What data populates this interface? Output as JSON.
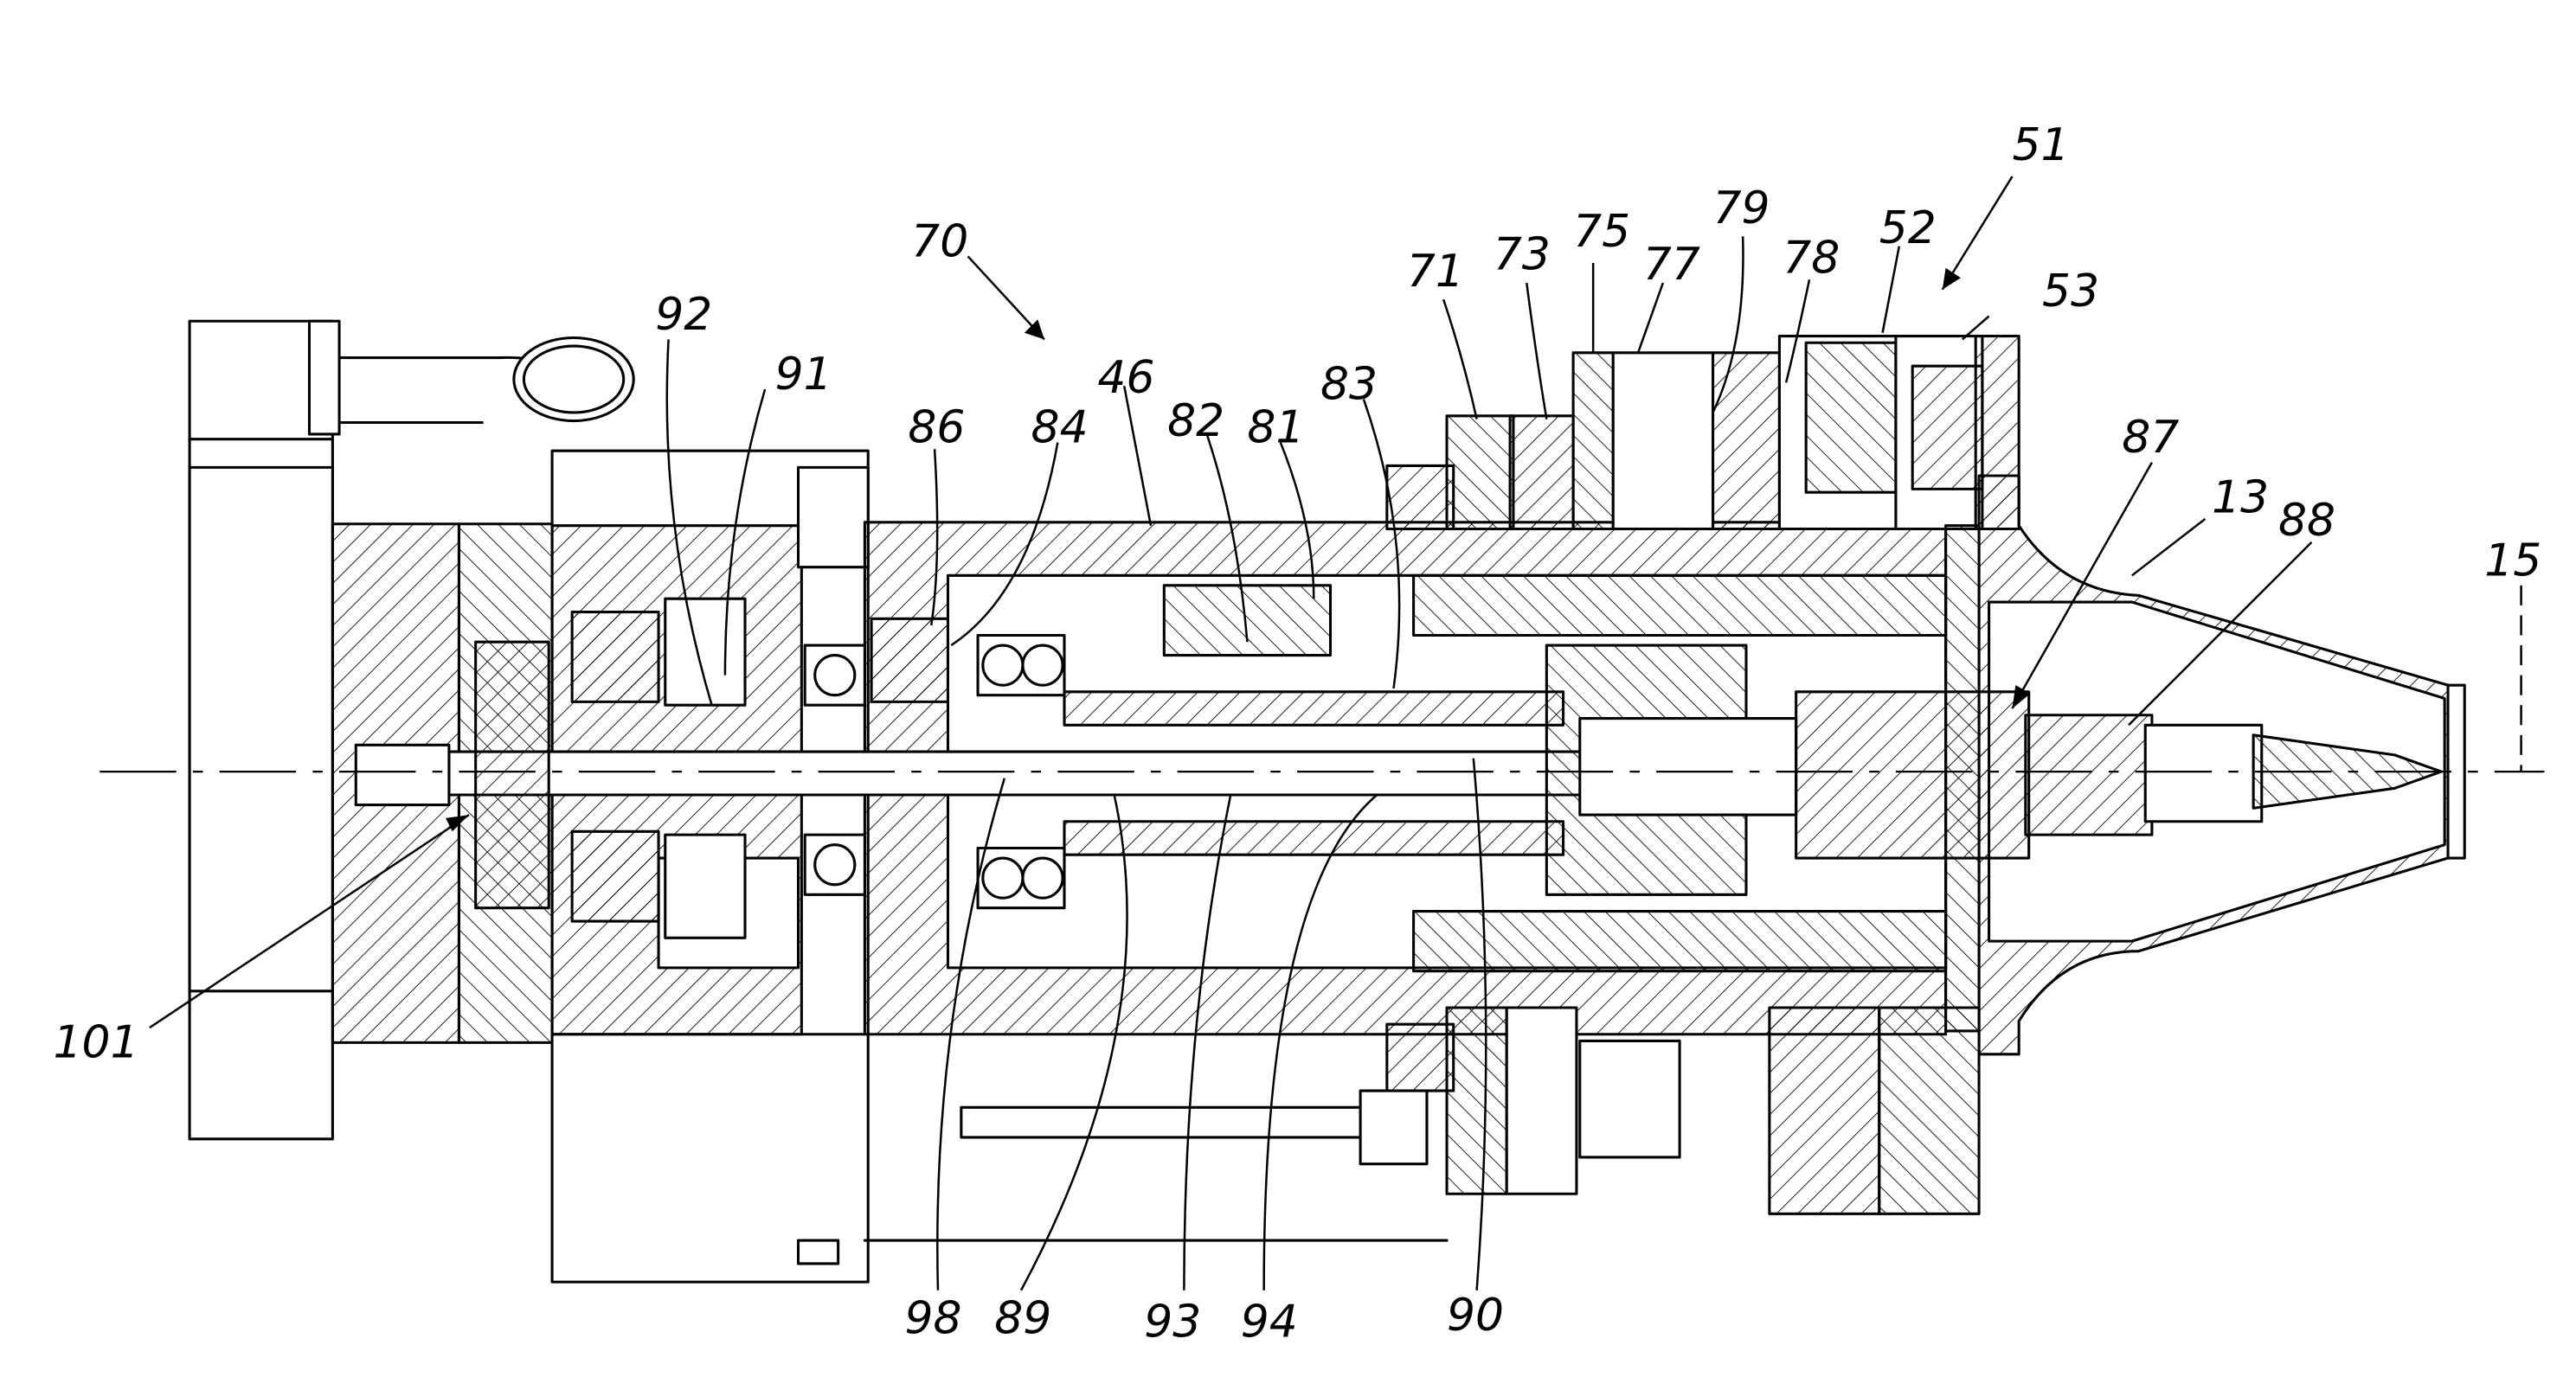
{
  "figure": {
    "reference_labels": [
      {
        "id": "r51",
        "text": "51"
      },
      {
        "id": "r52",
        "text": "52"
      },
      {
        "id": "r53",
        "text": "53"
      },
      {
        "id": "r70",
        "text": "70"
      },
      {
        "id": "r71",
        "text": "71"
      },
      {
        "id": "r73",
        "text": "73"
      },
      {
        "id": "r75",
        "text": "75"
      },
      {
        "id": "r77",
        "text": "77"
      },
      {
        "id": "r79",
        "text": "79"
      },
      {
        "id": "r78",
        "text": "78"
      },
      {
        "id": "r92",
        "text": "92"
      },
      {
        "id": "r91",
        "text": "91"
      },
      {
        "id": "r46",
        "text": "46"
      },
      {
        "id": "r86",
        "text": "86"
      },
      {
        "id": "r84",
        "text": "84"
      },
      {
        "id": "r82",
        "text": "82"
      },
      {
        "id": "r81",
        "text": "81"
      },
      {
        "id": "r83",
        "text": "83"
      },
      {
        "id": "r87",
        "text": "87"
      },
      {
        "id": "r13",
        "text": "13"
      },
      {
        "id": "r88",
        "text": "88"
      },
      {
        "id": "r15",
        "text": "15"
      },
      {
        "id": "r101",
        "text": "101"
      },
      {
        "id": "r98",
        "text": "98"
      },
      {
        "id": "r89",
        "text": "89"
      },
      {
        "id": "r93",
        "text": "93"
      },
      {
        "id": "r94",
        "text": "94"
      },
      {
        "id": "r90",
        "text": "90"
      }
    ]
  }
}
